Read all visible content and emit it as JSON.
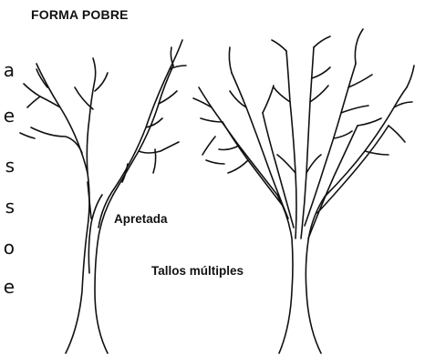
{
  "title": "FORMA POBRE",
  "side_letters": [
    "a",
    "e",
    "s",
    "s",
    "o",
    "e"
  ],
  "labels": {
    "narrow_crotch": "Apretada",
    "multiple_stems": "Tallos múltiples"
  },
  "colors": {
    "ink": "#111111",
    "background": "#ffffff"
  }
}
